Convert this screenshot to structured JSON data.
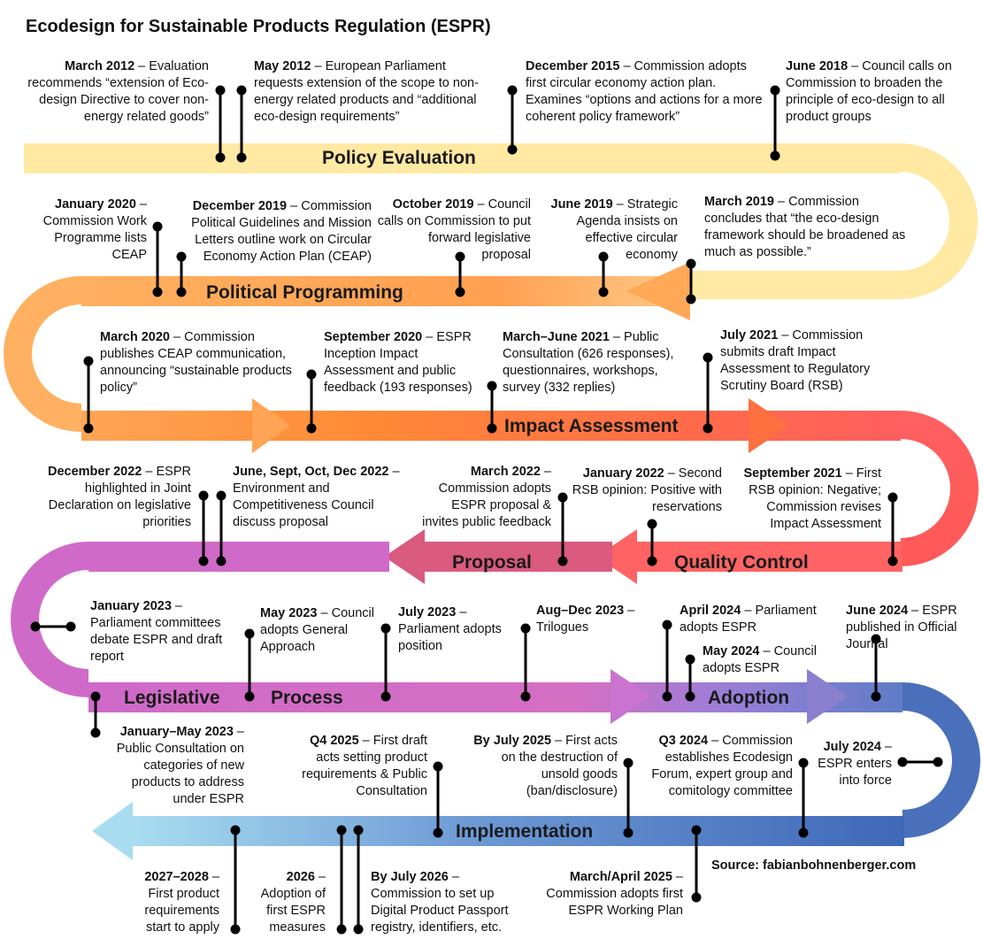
{
  "title": "Ecodesign for Sustainable Products Regulation (ESPR)",
  "source": "Source: fabianbohnenberger.com",
  "bands": {
    "policy": "Policy Evaluation",
    "political": "Political Programming",
    "impact": "Impact Assessment",
    "quality": "Quality Control",
    "proposal": "Proposal",
    "legislative": "Legislative",
    "process": "Process",
    "adoption": "Adoption",
    "implementation": "Implementation"
  },
  "events": [
    {
      "date": "March 2012",
      "text": " – Evaluation recommends “extension of Eco-design Directive to cover non-energy related goods”"
    },
    {
      "date": "May 2012",
      "text": " – European Parliament requests extension of the scope to non-energy related products and “additional eco-design requirements”"
    },
    {
      "date": "December 2015",
      "text": " – Commission adopts first circular economy action plan. Examines “options and actions for a more coherent policy framework”"
    },
    {
      "date": "June 2018",
      "text": " – Council calls on Commission to broaden the principle of eco-design to all product groups"
    },
    {
      "date": "January 2020",
      "text": " – Commission Work Programme lists CEAP"
    },
    {
      "date": "December 2019",
      "text": " – Commission Political Guidelines and Mission Letters outline work on Circular Economy Action Plan (CEAP)"
    },
    {
      "date": "October 2019",
      "text": " – Council calls on Commission to put forward legislative proposal"
    },
    {
      "date": "June 2019",
      "text": " – Strategic Agenda insists on effective circular economy"
    },
    {
      "date": "March 2019",
      "text": " – Commission concludes that “the eco-design framework should be broadened as much as possible.”"
    },
    {
      "date": "March 2020",
      "text": " – Commission publishes CEAP communication, announcing “sustainable products policy”"
    },
    {
      "date": "September 2020",
      "text": " – ESPR Inception Impact Assessment and public feedback (193 responses)"
    },
    {
      "date": "March–June 2021",
      "text": " – Public Consultation (626 responses), questionnaires, workshops, survey (332 replies)"
    },
    {
      "date": "July 2021",
      "text": " – Commission submits draft Impact Assessment to Regulatory Scrutiny Board (RSB)"
    },
    {
      "date": "December 2022",
      "text": " – ESPR highlighted in Joint Declaration on legislative priorities"
    },
    {
      "date": "June, Sept, Oct, Dec 2022",
      "text": " – Environment and Competitiveness Council discuss proposal"
    },
    {
      "date": "March 2022",
      "text": " – Commission adopts ESPR proposal & invites public feedback"
    },
    {
      "date": "January 2022",
      "text": " – Second RSB opinion: Positive with reservations"
    },
    {
      "date": "September 2021",
      "text": " – First RSB opinion: Negative; Commission revises Impact Assessment"
    },
    {
      "date": "January 2023",
      "text": " – Parliament committees debate ESPR and draft report"
    },
    {
      "date": "May 2023",
      "text": " – Council adopts General Approach"
    },
    {
      "date": "July 2023",
      "text": " – Parliament adopts position"
    },
    {
      "date": "Aug–Dec 2023",
      "text": " – Trilogues"
    },
    {
      "date": "April 2024",
      "text": " – Parliament adopts ESPR"
    },
    {
      "date": "May 2024",
      "text": " – Council adopts ESPR"
    },
    {
      "date": "June 2024",
      "text": " – ESPR published in Official Journal"
    },
    {
      "date": "January–May 2023",
      "text": " – Public Consultation on categories of new products to address under ESPR"
    },
    {
      "date": "Q4 2025",
      "text": " – First draft acts setting product requirements & Public Consultation"
    },
    {
      "date": "By July 2025",
      "text": " – First acts on the destruction of unsold goods (ban/disclosure)"
    },
    {
      "date": "Q3 2024",
      "text": " – Commission establishes Ecodesign Forum, expert group and comitology committee"
    },
    {
      "date": "July 2024",
      "text": " – ESPR enters into force"
    },
    {
      "date": "2027–2028",
      "text": " – First product requirements start to apply"
    },
    {
      "date": "2026",
      "text": " – Adoption of first ESPR measures"
    },
    {
      "date": "By July 2026",
      "text": " – Commission to set up Digital Product Passport registry, identifiers, etc."
    },
    {
      "date": "March/April 2025",
      "text": " – Commission adopts first ESPR Working Plan"
    }
  ],
  "colors": {
    "policy": "#FFE9A3",
    "political": "#FFA855",
    "impact": "#FF6B5A",
    "legislative": "#D46FC4",
    "adoption": "#8E7FD0",
    "implementation": "#4A74C0",
    "implementation_end": "#A8DDF0"
  }
}
